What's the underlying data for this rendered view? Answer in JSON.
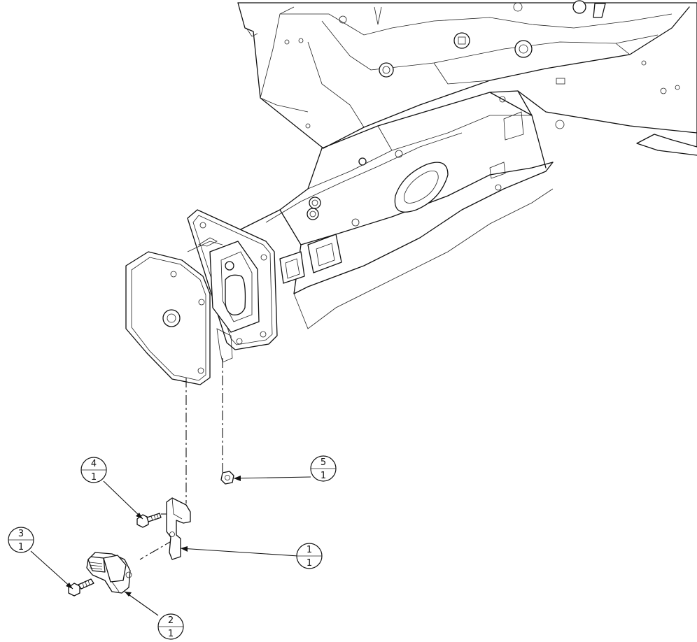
{
  "balloons": [
    {
      "id": "b1",
      "item": "1",
      "qty": "1"
    },
    {
      "id": "b2",
      "item": "2",
      "qty": "1"
    },
    {
      "id": "b3",
      "item": "3",
      "qty": "1"
    },
    {
      "id": "b4",
      "item": "4",
      "qty": "1"
    },
    {
      "id": "b5",
      "item": "5",
      "qty": "1"
    }
  ]
}
